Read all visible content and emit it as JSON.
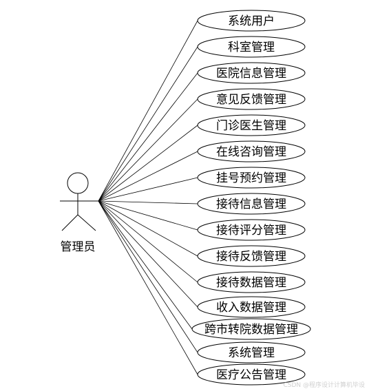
{
  "actor": {
    "label": "管理员"
  },
  "use_cases": [
    "系统用户",
    "科室管理",
    "医院信息管理",
    "意见反馈管理",
    "门诊医生管理",
    "在线咨询管理",
    "挂号预约管理",
    "接待信息管理",
    "接待评分管理",
    "接待反馈管理",
    "接待数据管理",
    "收入数据管理",
    "跨市转院数据管理",
    "系统管理",
    "医疗公告管理"
  ],
  "watermark": "CSDN @程序设计计算机毕设"
}
